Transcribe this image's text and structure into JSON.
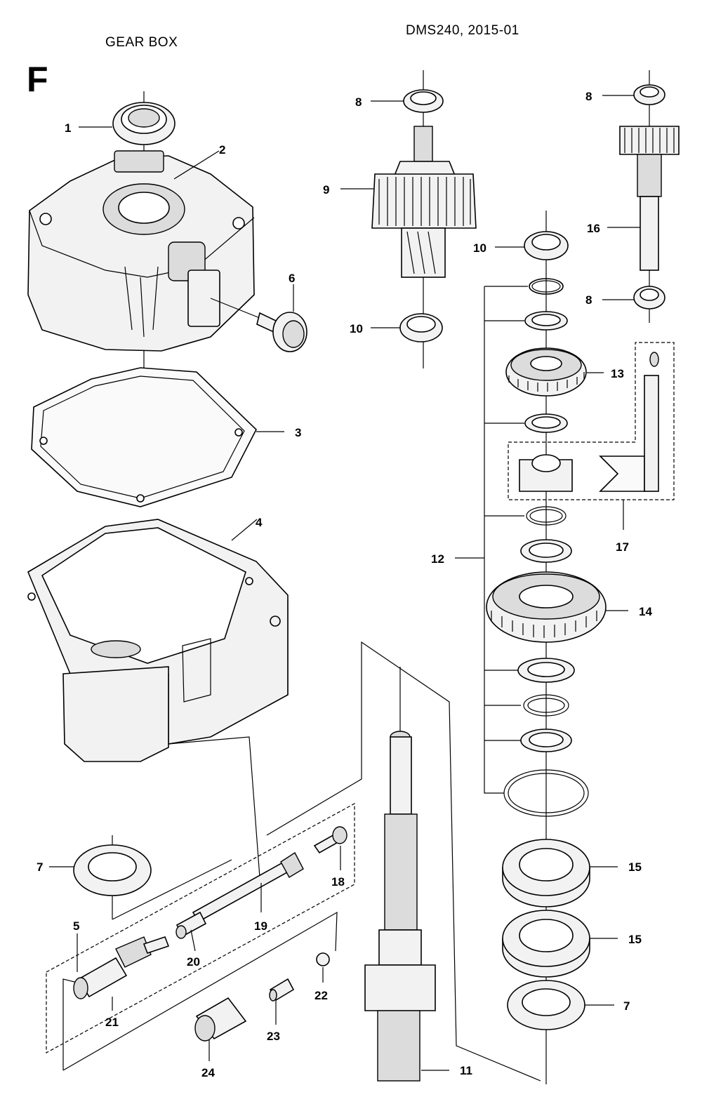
{
  "header": {
    "title": "GEAR BOX",
    "model": "DMS240, 2015-01",
    "section": "F"
  },
  "callouts": [
    "1",
    "2",
    "3",
    "4",
    "5",
    "6",
    "7",
    "7",
    "8",
    "8",
    "8",
    "9",
    "10",
    "10",
    "11",
    "12",
    "13",
    "14",
    "15",
    "15",
    "16",
    "17",
    "18",
    "19",
    "20",
    "21",
    "22",
    "23",
    "24"
  ]
}
